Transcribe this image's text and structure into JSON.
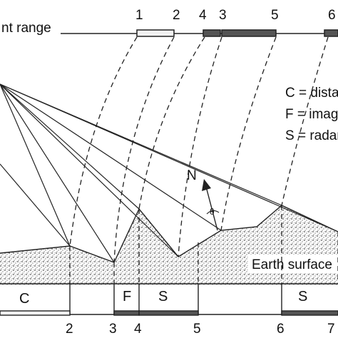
{
  "title": "nt range",
  "top_markers": [
    "1",
    "2",
    "4",
    "3",
    "5",
    "6"
  ],
  "bottom_markers": [
    "2",
    "3",
    "4",
    "5",
    "6",
    "7"
  ],
  "legend": [
    "C = dista",
    "F = imag",
    "S = radar"
  ],
  "north_label": "N",
  "angle_label": "θ",
  "earth_label": "Earth surface",
  "segments": [
    "C",
    "F",
    "S",
    "S"
  ]
}
